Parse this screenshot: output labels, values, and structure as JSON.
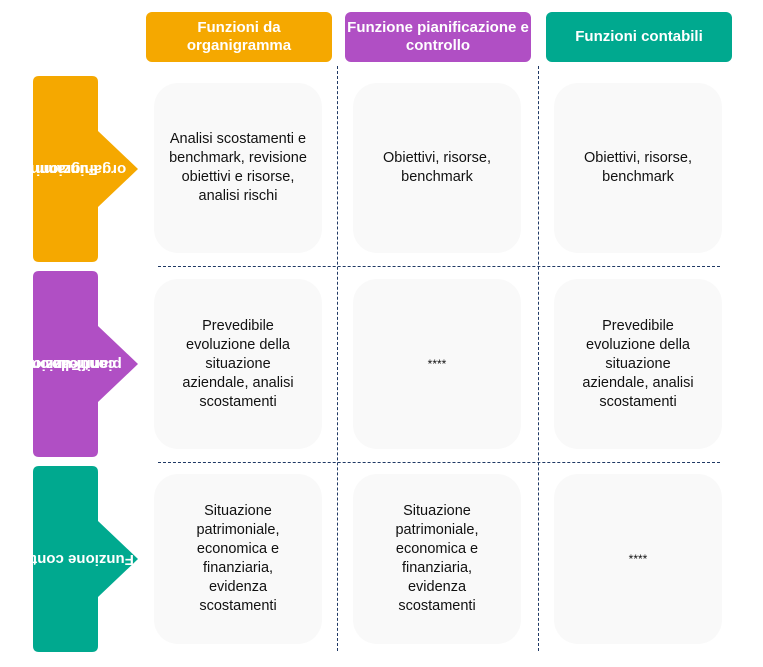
{
  "colors": {
    "organigramma": "#F5A800",
    "pianificazione": "#B04FC4",
    "contabile": "#00A98F",
    "cell_background": "#F9F9F9",
    "divider": "#1F3864"
  },
  "column_headers": [
    {
      "label": "Funzioni da organigramma"
    },
    {
      "label": "Funzione pianificazione e controllo"
    },
    {
      "label": "Funzioni contabili"
    }
  ],
  "row_headers": [
    {
      "label_line1": "Funzioni da",
      "label_line2": "organigramma"
    },
    {
      "label_line1": "Funzione",
      "label_line2": "pianificazione e",
      "label_line3": "controllo"
    },
    {
      "label_line1": "Funzione contabile"
    }
  ],
  "cells": [
    [
      "Analisi scostamenti e benchmark, revisione obiettivi e risorse, analisi rischi",
      "Obiettivi, risorse, benchmark",
      "Obiettivi, risorse, benchmark"
    ],
    [
      "Prevedibile evoluzione della situazione aziendale, analisi scostamenti",
      "****",
      "Prevedibile evoluzione della situazione aziendale, analisi scostamenti"
    ],
    [
      "Situazione patrimoniale, economica e finanziaria, evidenza scostamenti",
      "Situazione patrimoniale, economica e finanziaria, evidenza scostamenti",
      "****"
    ]
  ]
}
